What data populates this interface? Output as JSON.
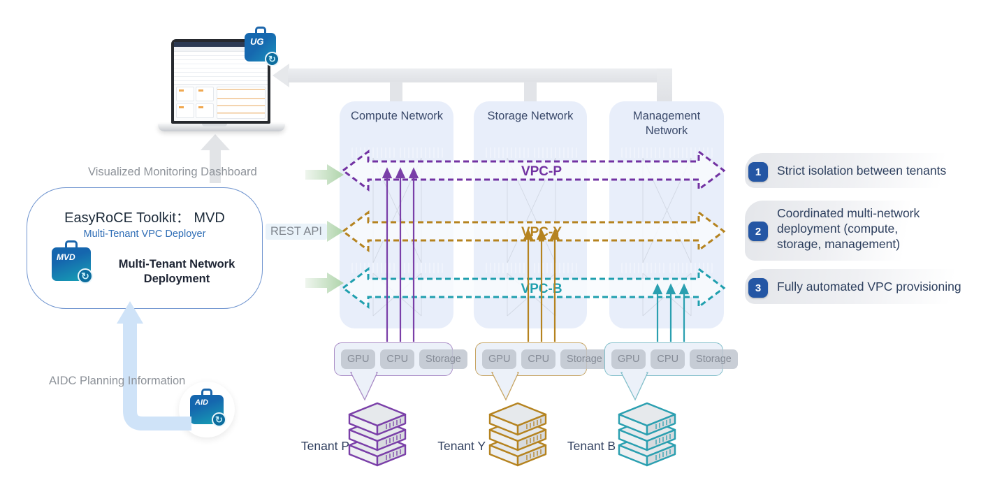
{
  "diagram": {
    "colors": {
      "vpc_purple": "#7232a2",
      "vpc_gold": "#b5831f",
      "vpc_teal": "#1f9fae",
      "badge_blue": "#2456a4",
      "subtitle_blue": "#2d6cb5",
      "panel_blue": "#e8eefa"
    },
    "icons": {
      "ug": "UG",
      "mvd": "MVD",
      "aid": "AID",
      "gear": "↻"
    },
    "flows": {
      "monitoring_label": "Visualized Monitoring Dashboard",
      "rest_api_label": "REST API",
      "aidc_label": "AIDC Planning Information"
    },
    "toolkit_panel": {
      "title": "EasyRoCE Toolkit： MVD",
      "subtitle": "Multi-Tenant VPC Deployer",
      "caption": "Multi-Tenant Network Deployment"
    },
    "networks": [
      {
        "name": "Compute Network"
      },
      {
        "name": "Storage Network"
      },
      {
        "name": "Management Network"
      }
    ],
    "vpcs": [
      {
        "name": "VPC-P",
        "color": "#7232a2"
      },
      {
        "name": "VPC-Y",
        "color": "#b5831f"
      },
      {
        "name": "VPC-B",
        "color": "#1f9fae"
      }
    ],
    "tenants": [
      {
        "name": "Tenant P",
        "color": "#7a3fa8",
        "components": [
          "GPU",
          "CPU",
          "Storage"
        ]
      },
      {
        "name": "Tenant Y",
        "color": "#b5831f",
        "components": [
          "GPU",
          "CPU",
          "Storage"
        ]
      },
      {
        "name": "Tenant B",
        "color": "#2a9fb0",
        "components": [
          "GPU",
          "CPU",
          "Storage"
        ]
      }
    ],
    "benefits": [
      {
        "num": "1",
        "text": "Strict isolation between tenants"
      },
      {
        "num": "2",
        "text": "Coordinated multi-network deployment (compute, storage, management)"
      },
      {
        "num": "3",
        "text": "Fully automated VPC provisioning"
      }
    ]
  }
}
